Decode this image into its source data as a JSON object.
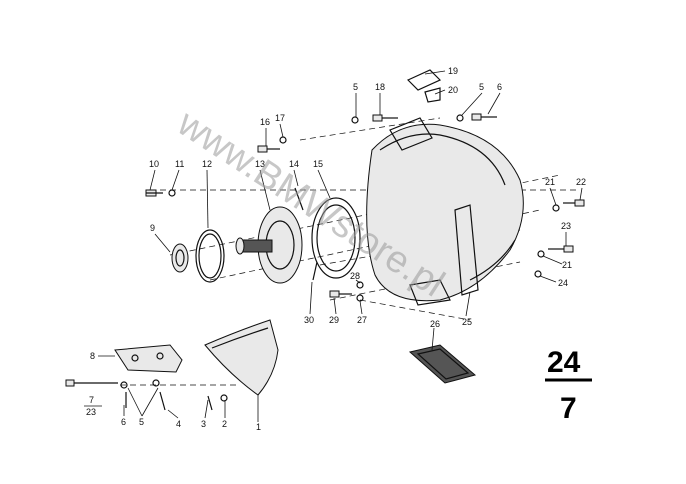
{
  "watermark": "www.BMWstore.pl",
  "group_number": {
    "top": "24",
    "bottom": "7"
  },
  "labels": {
    "l1": "1",
    "l2": "2",
    "l3": "3",
    "l4": "4",
    "l5a": "5",
    "l5b": "5",
    "l5c": "5",
    "l6a": "6",
    "l6b": "6",
    "l7": "7",
    "l23a": "23",
    "l8": "8",
    "l9": "9",
    "l10": "10",
    "l11": "11",
    "l12": "12",
    "l13": "13",
    "l14": "14",
    "l15": "15",
    "l16": "16",
    "l17": "17",
    "l18": "18",
    "l19": "19",
    "l20": "20",
    "l21a": "21",
    "l21b": "21",
    "l22": "22",
    "l23b": "23",
    "l24": "24",
    "l25": "25",
    "l26": "26",
    "l27": "27",
    "l28": "28",
    "l29": "29",
    "l30": "30"
  }
}
